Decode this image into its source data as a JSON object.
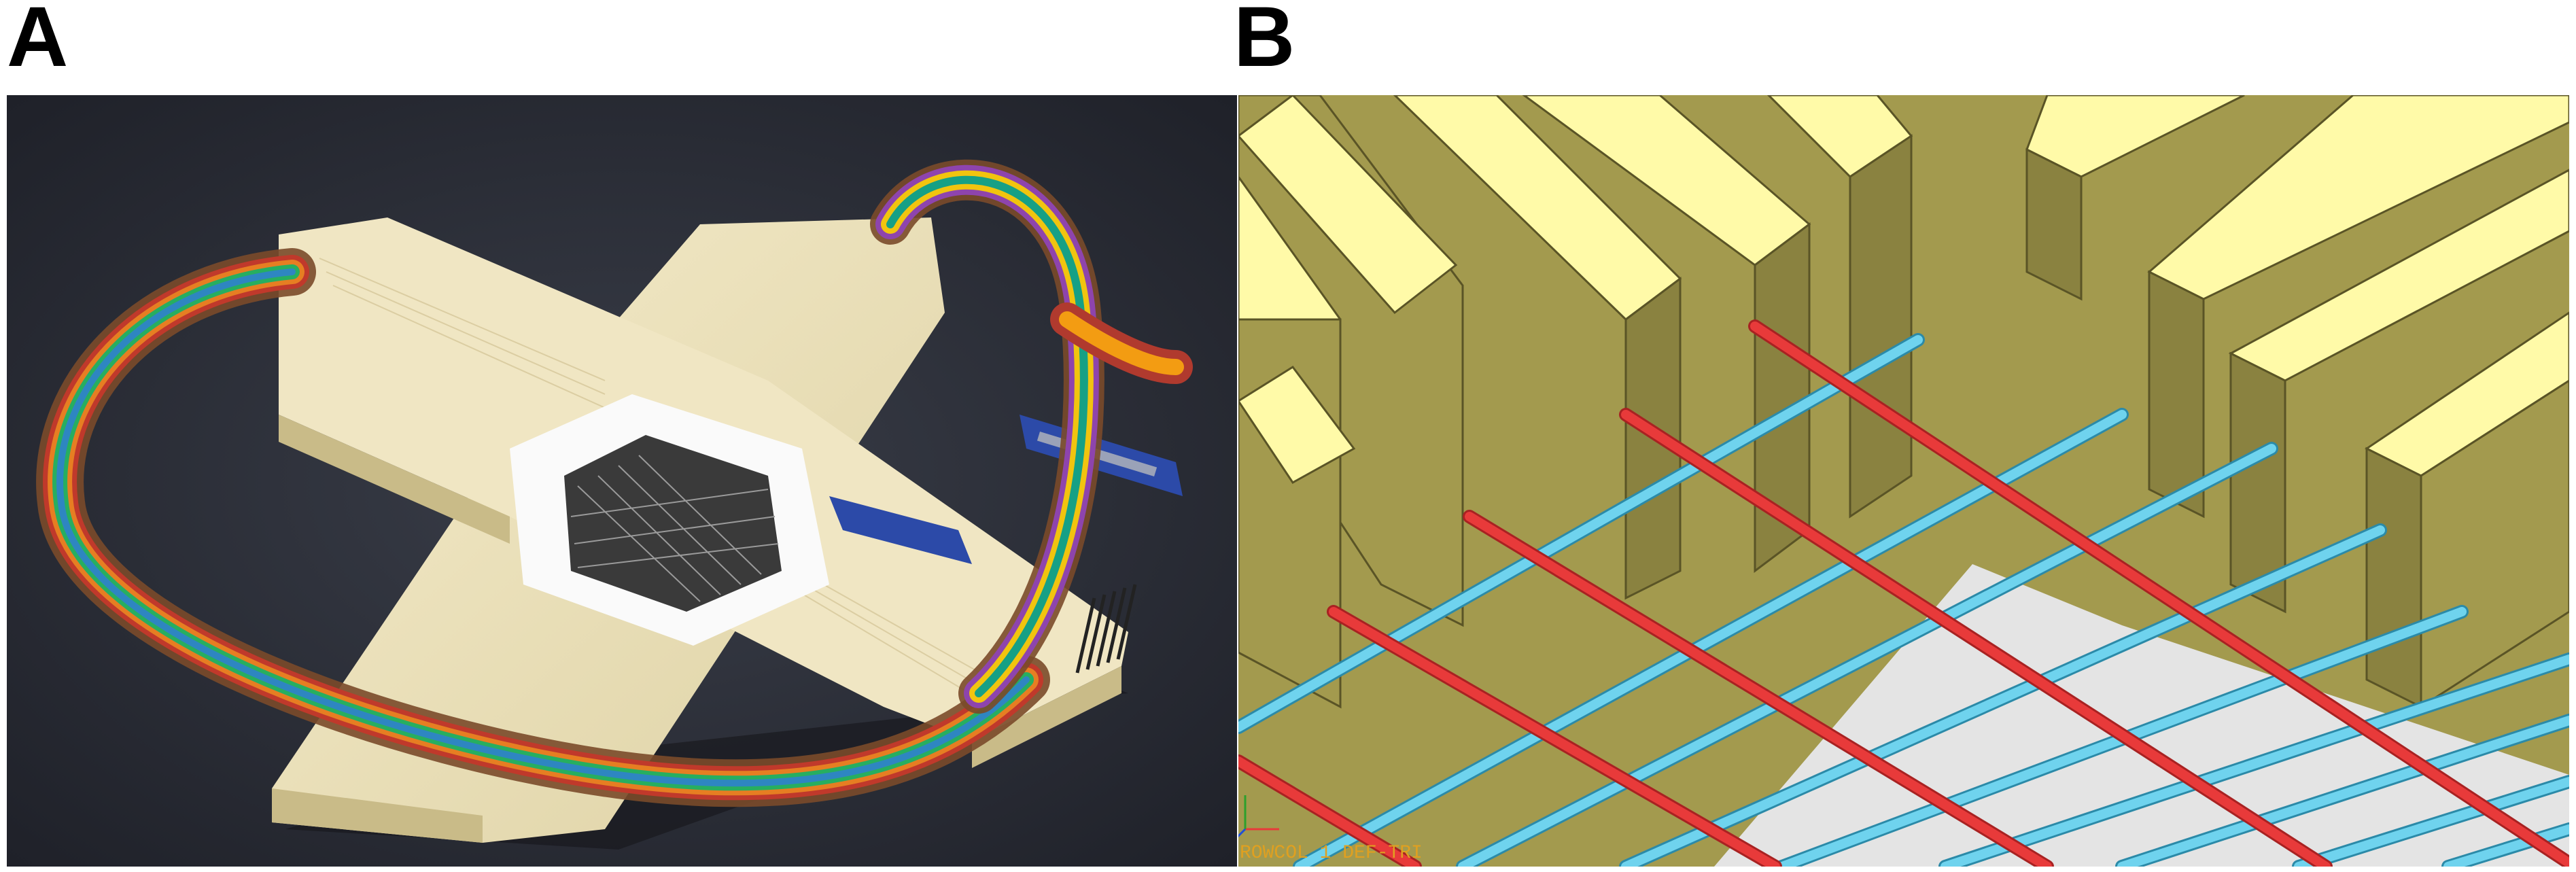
{
  "labels": {
    "a": "A",
    "b": "B"
  },
  "cad_caption": "ROWCOL 1 DEF-TRI",
  "colors": {
    "photo_background": "#2a2d36",
    "board": "#efe6c2",
    "frame": "#fafafa",
    "connector": "#2c4aa8",
    "wall_top": "#fffaa8",
    "wall_side": "#a39a4e",
    "wire_cyan": "#6fd3ee",
    "wire_red": "#e83a3a",
    "floor": "#e4e4e4"
  },
  "icons": [
    "ribbon-cable-icon",
    "connector-icon",
    "axis-triad-icon"
  ]
}
